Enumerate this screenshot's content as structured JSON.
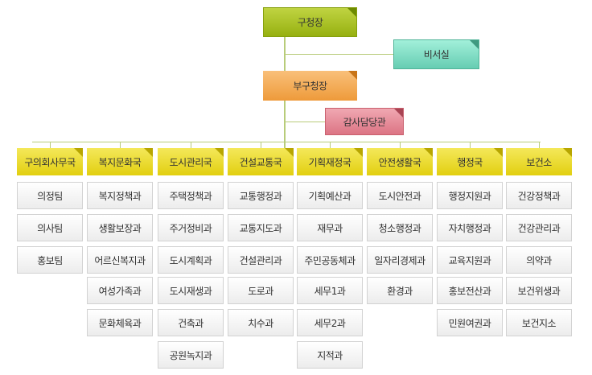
{
  "top": {
    "mayor": "구청장",
    "secretary": "비서실",
    "deputy": "부구청장",
    "audit": "감사담당관"
  },
  "departments": [
    {
      "name": "구의회사무국",
      "teams": [
        "의정팀",
        "의사팀",
        "홍보팀"
      ]
    },
    {
      "name": "복지문화국",
      "teams": [
        "복지정책과",
        "생활보장과",
        "어르신복지과",
        "여성가족과",
        "문화체육과"
      ]
    },
    {
      "name": "도시관리국",
      "teams": [
        "주택정책과",
        "주거정비과",
        "도시계획과",
        "도시재생과",
        "건축과",
        "공원녹지과"
      ]
    },
    {
      "name": "건설교통국",
      "teams": [
        "교통행정과",
        "교통지도과",
        "건설관리과",
        "도로과",
        "치수과"
      ]
    },
    {
      "name": "기획재정국",
      "teams": [
        "기획예산과",
        "재무과",
        "주민공동체과",
        "세무1과",
        "세무2과",
        "지적과"
      ]
    },
    {
      "name": "안전생활국",
      "teams": [
        "도시안전과",
        "청소행정과",
        "일자리경제과",
        "환경과"
      ]
    },
    {
      "name": "행정국",
      "teams": [
        "행정지원과",
        "자치행정과",
        "교육지원과",
        "홍보전산과",
        "민원여권과"
      ]
    },
    {
      "name": "보건소",
      "teams": [
        "건강정책과",
        "건강관리과",
        "의약과",
        "보건위생과",
        "보건지소"
      ]
    }
  ],
  "colors": {
    "mayor": "#9fbb1c",
    "secretary": "#7fdcc4",
    "deputy": "#f0a64a",
    "audit": "#df7d8c",
    "department": "#e8d62a"
  }
}
